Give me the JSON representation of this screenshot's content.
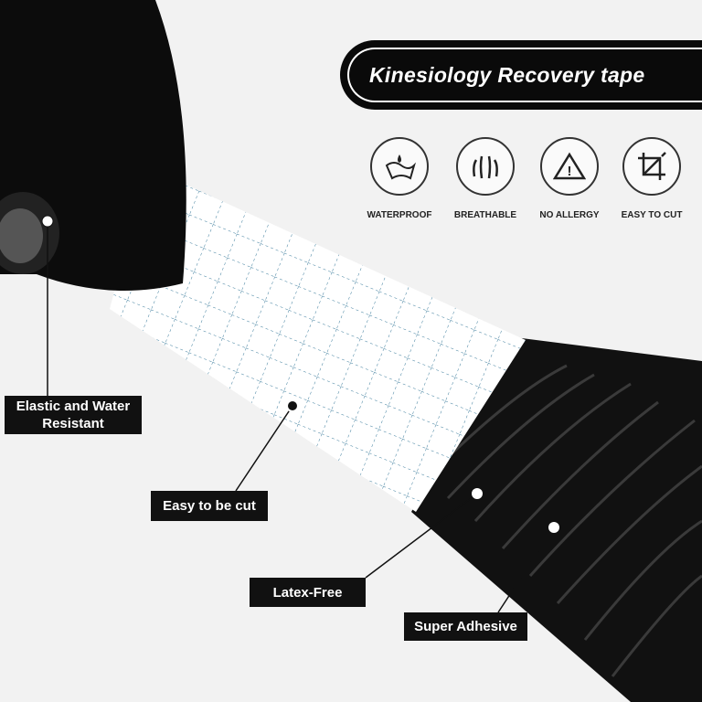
{
  "title": "Kinesiology Recovery tape",
  "features": [
    {
      "label": "WATERPROOF",
      "icon": "water-drop-icon"
    },
    {
      "label": "BREATHABLE",
      "icon": "air-flow-icon"
    },
    {
      "label": "NO ALLERGY",
      "icon": "warning-icon"
    },
    {
      "label": "EASY TO CUT",
      "icon": "crop-icon"
    }
  ],
  "callouts": {
    "elastic": "Elastic and Water Resistant",
    "cut": "Easy to be cut",
    "latex": "Latex-Free",
    "adhesive": "Super Adhesive"
  },
  "colors": {
    "tape": "#0d0d0d",
    "backing": "#ffffff",
    "grid": "#3b7c9c",
    "background": "#f2f2f2"
  }
}
